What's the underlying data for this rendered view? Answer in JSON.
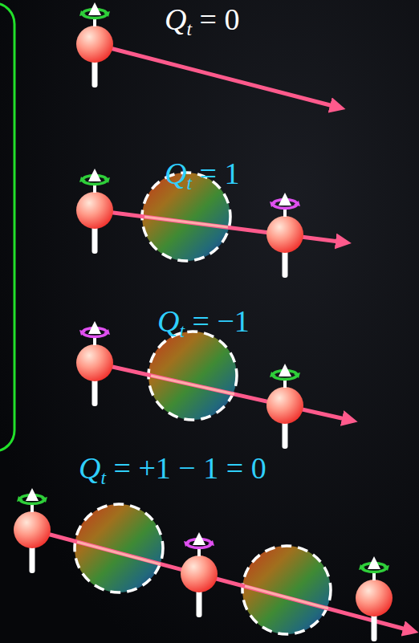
{
  "diagram": {
    "labels": [
      "Qt = 0",
      "Qt = 1",
      "Qt = −1",
      "Qt = +1 − 1 = 0"
    ]
  }
}
